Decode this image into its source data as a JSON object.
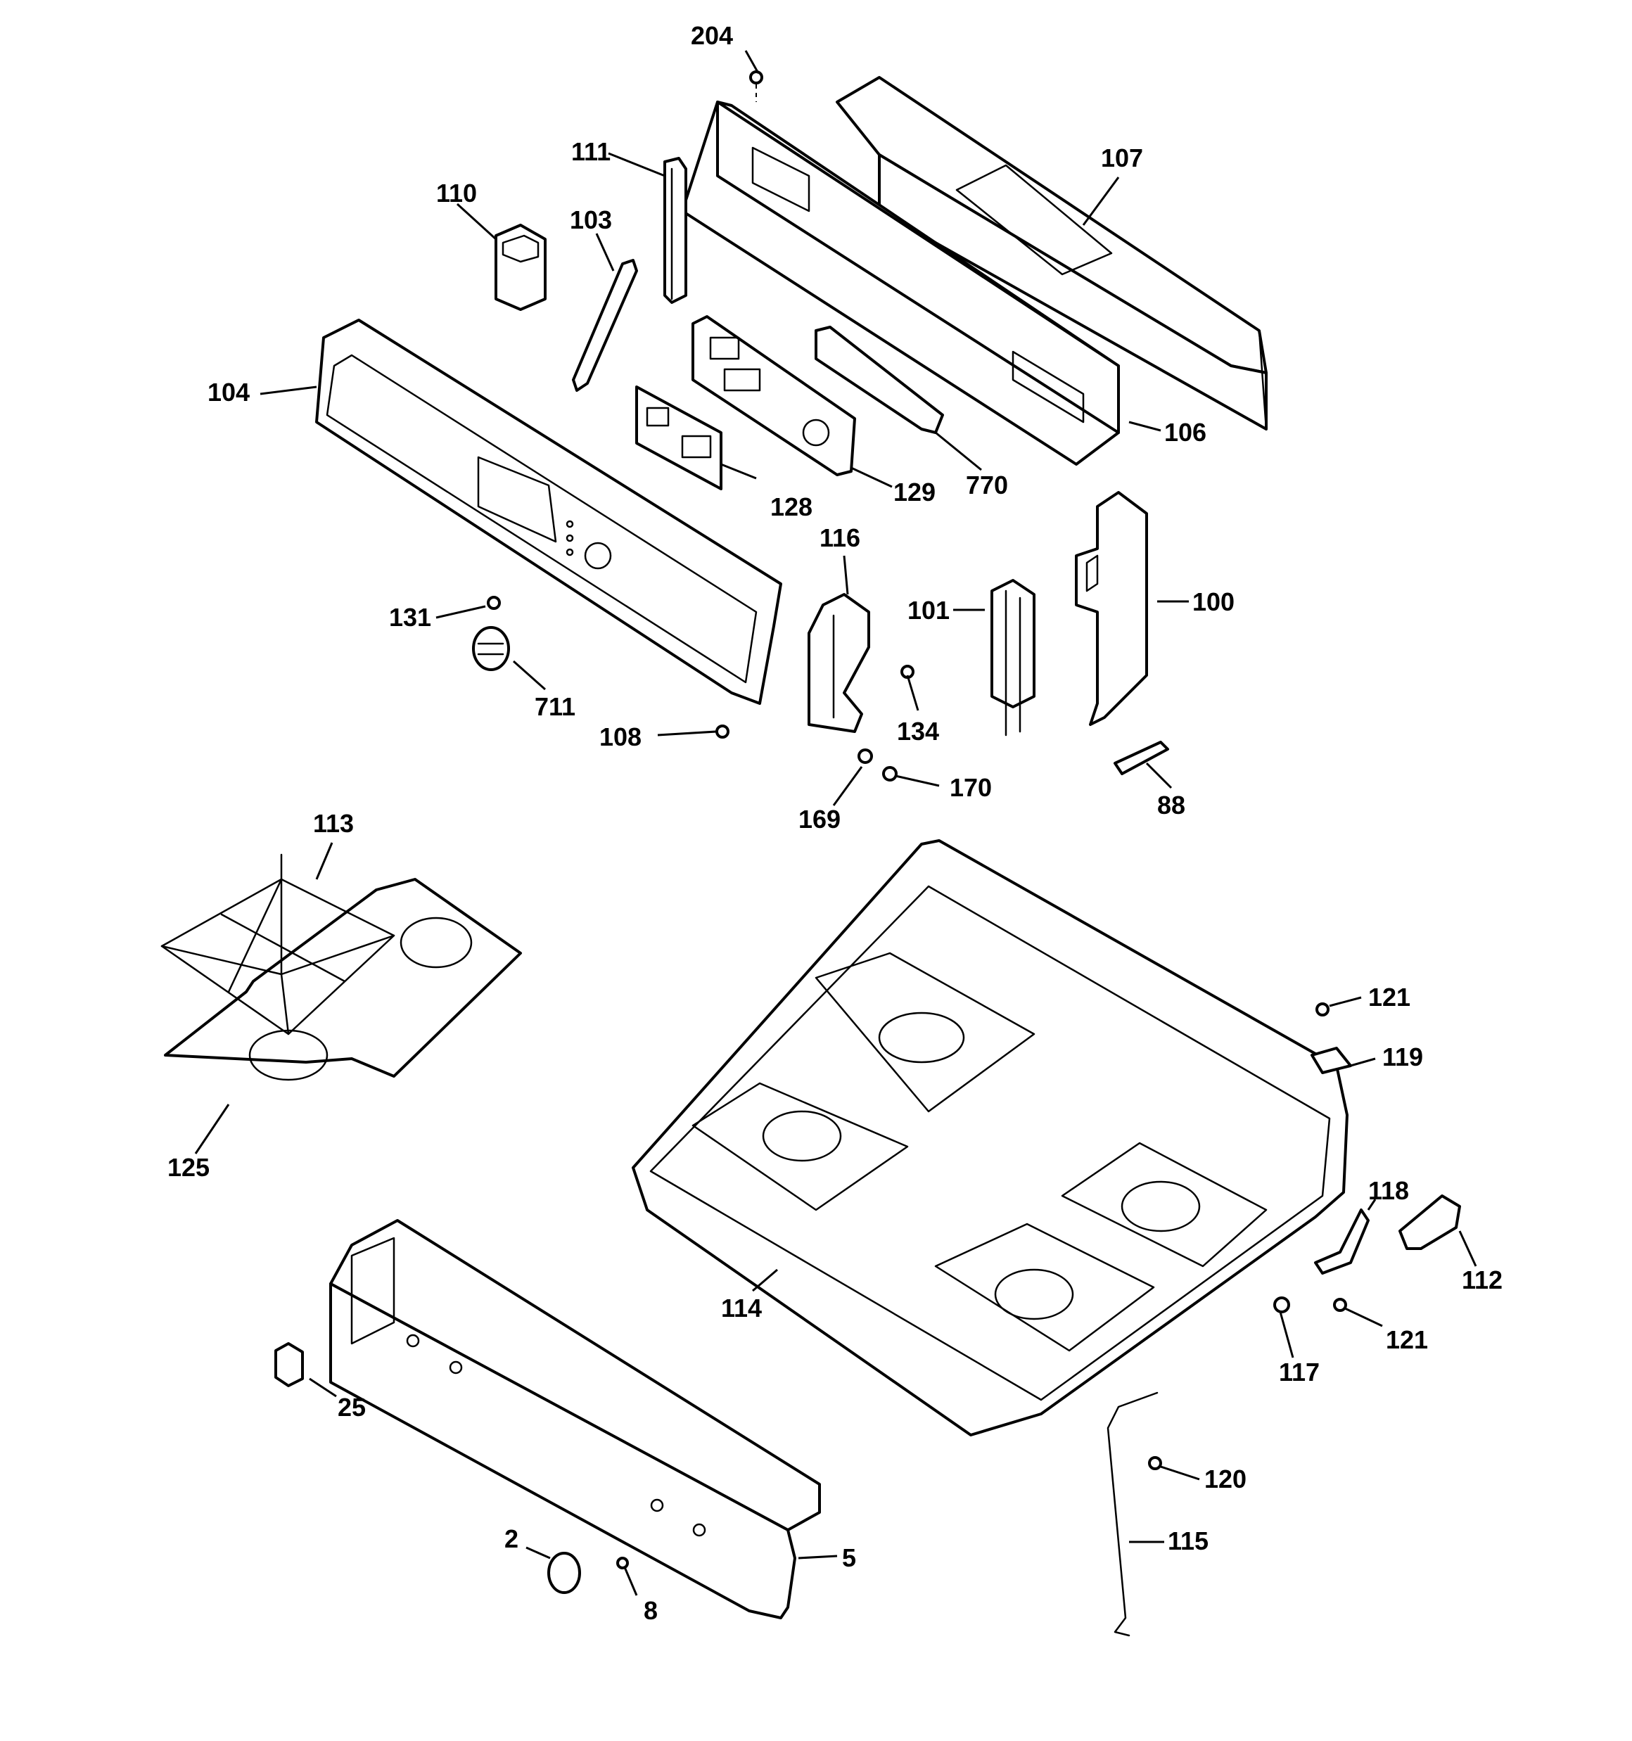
{
  "diagram": {
    "callouts": {
      "c204": "204",
      "c107": "107",
      "c111": "111",
      "c110": "110",
      "c103": "103",
      "c104": "104",
      "c106": "106",
      "c770": "770",
      "c129": "129",
      "c128": "128",
      "c116": "116",
      "c101": "101",
      "c100": "100",
      "c131": "131",
      "c711": "711",
      "c134": "134",
      "c108": "108",
      "c170": "170",
      "c169": "169",
      "c88": "88",
      "c113": "113",
      "c125": "125",
      "c121a": "121",
      "c119": "119",
      "c118": "118",
      "c112": "112",
      "c114": "114",
      "c121b": "121",
      "c117": "117",
      "c25": "25",
      "c120": "120",
      "c115": "115",
      "c2": "2",
      "c5": "5",
      "c8": "8"
    }
  }
}
